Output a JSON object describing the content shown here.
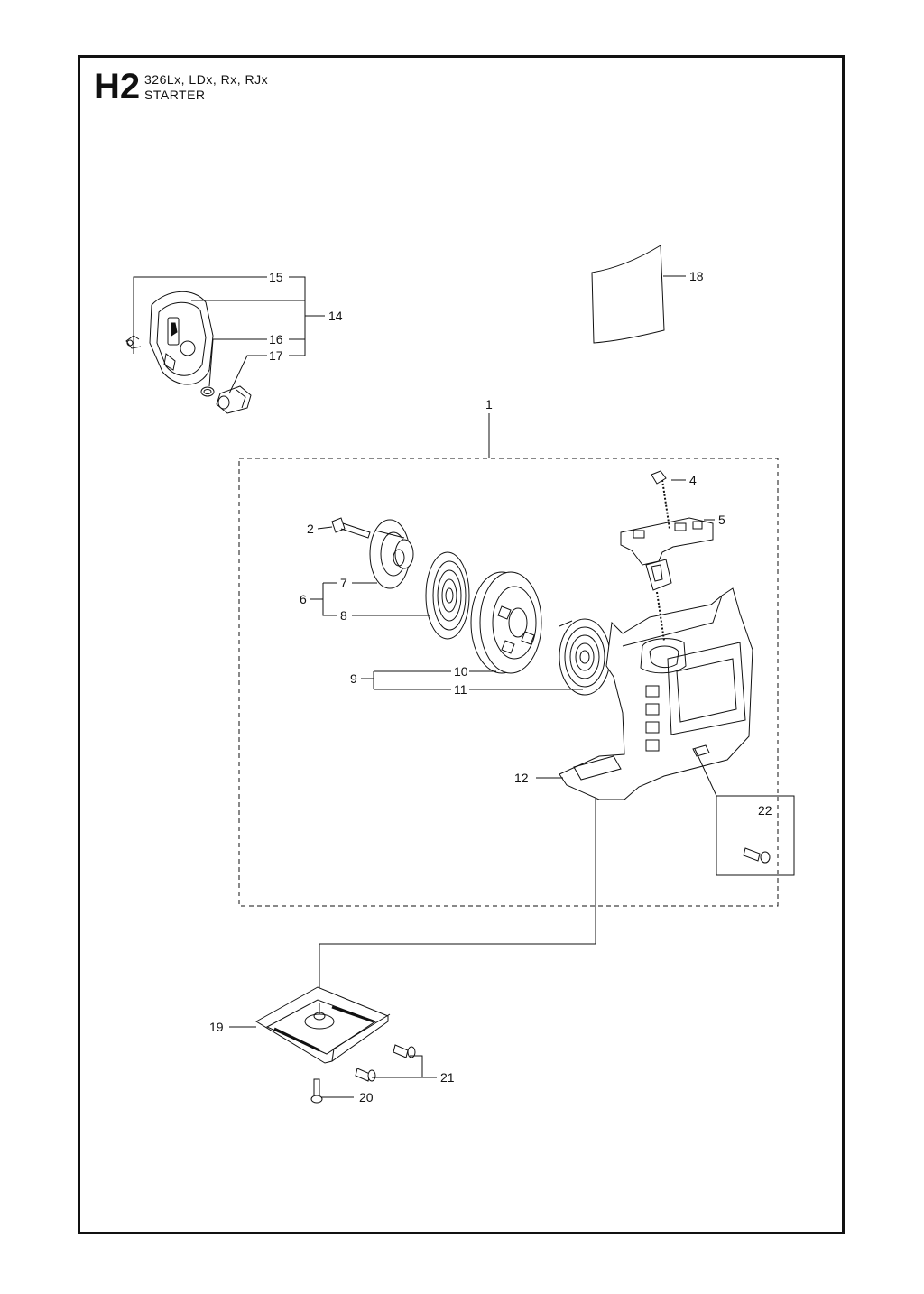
{
  "header": {
    "code": "H2",
    "models": "326Lx, LDx, Rx, RJx",
    "title": "STARTER"
  },
  "callouts": {
    "p1": "1",
    "p2": "2",
    "p4": "4",
    "p5": "5",
    "p6": "6",
    "p7": "7",
    "p8": "8",
    "p9": "9",
    "p10": "10",
    "p11": "11",
    "p12": "12",
    "p14": "14",
    "p15": "15",
    "p16": "16",
    "p17": "17",
    "p18": "18",
    "p19": "19",
    "p20": "20",
    "p21": "21",
    "p22": "22"
  }
}
